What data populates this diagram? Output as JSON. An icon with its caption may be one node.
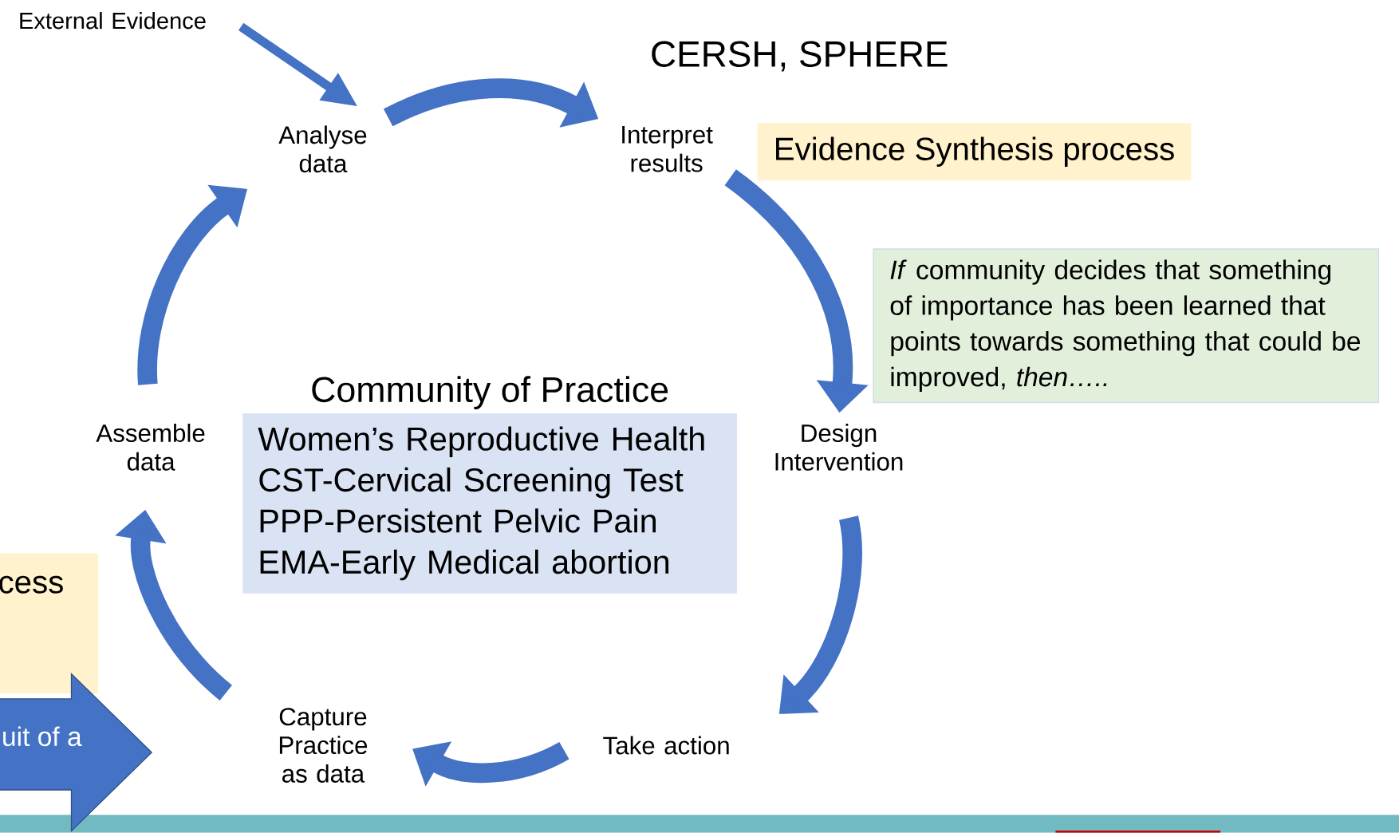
{
  "diagram": {
    "title": "CERSH, SPHERE",
    "nodes": [
      {
        "text": [
          "External Evidence"
        ]
      },
      {
        "text": [
          "Analyse data"
        ]
      },
      {
        "text": [
          "Interpret results"
        ]
      },
      {
        "text": [
          "Evidence Synthesis process"
        ]
      },
      {
        "text": [
          "*If* community decides that something of importance has been learned that points towards something that could be improved, *then…..*"
        ]
      },
      {
        "text": [
          "Design Intervention"
        ]
      },
      {
        "text": [
          "Take action"
        ]
      },
      {
        "text": [
          "Capture Practice as data"
        ]
      },
      {
        "text": [
          "Assemble data"
        ]
      },
      {
        "text": [
          "Community of Practice",
          "Women’s Reproductive Health",
          "CST-Cervical Screening Test",
          "PPP-Persistent Pelvic Pain",
          "EMA-Early Medical abortion"
        ]
      },
      {
        "text": [
          "cess"
        ]
      },
      {
        "text": [
          "uit of a"
        ]
      }
    ],
    "edges": [
      {
        "from": 0,
        "to": 1,
        "arrow": "to"
      },
      {
        "from": 1,
        "to": 2,
        "arrow": "to"
      },
      {
        "from": 2,
        "to": 5,
        "arrow": "to"
      },
      {
        "from": 5,
        "to": 6,
        "arrow": "to"
      },
      {
        "from": 6,
        "to": 7,
        "arrow": "to"
      },
      {
        "from": 7,
        "to": 8,
        "arrow": "to"
      },
      {
        "from": 8,
        "to": 1,
        "arrow": "to"
      }
    ]
  }
}
